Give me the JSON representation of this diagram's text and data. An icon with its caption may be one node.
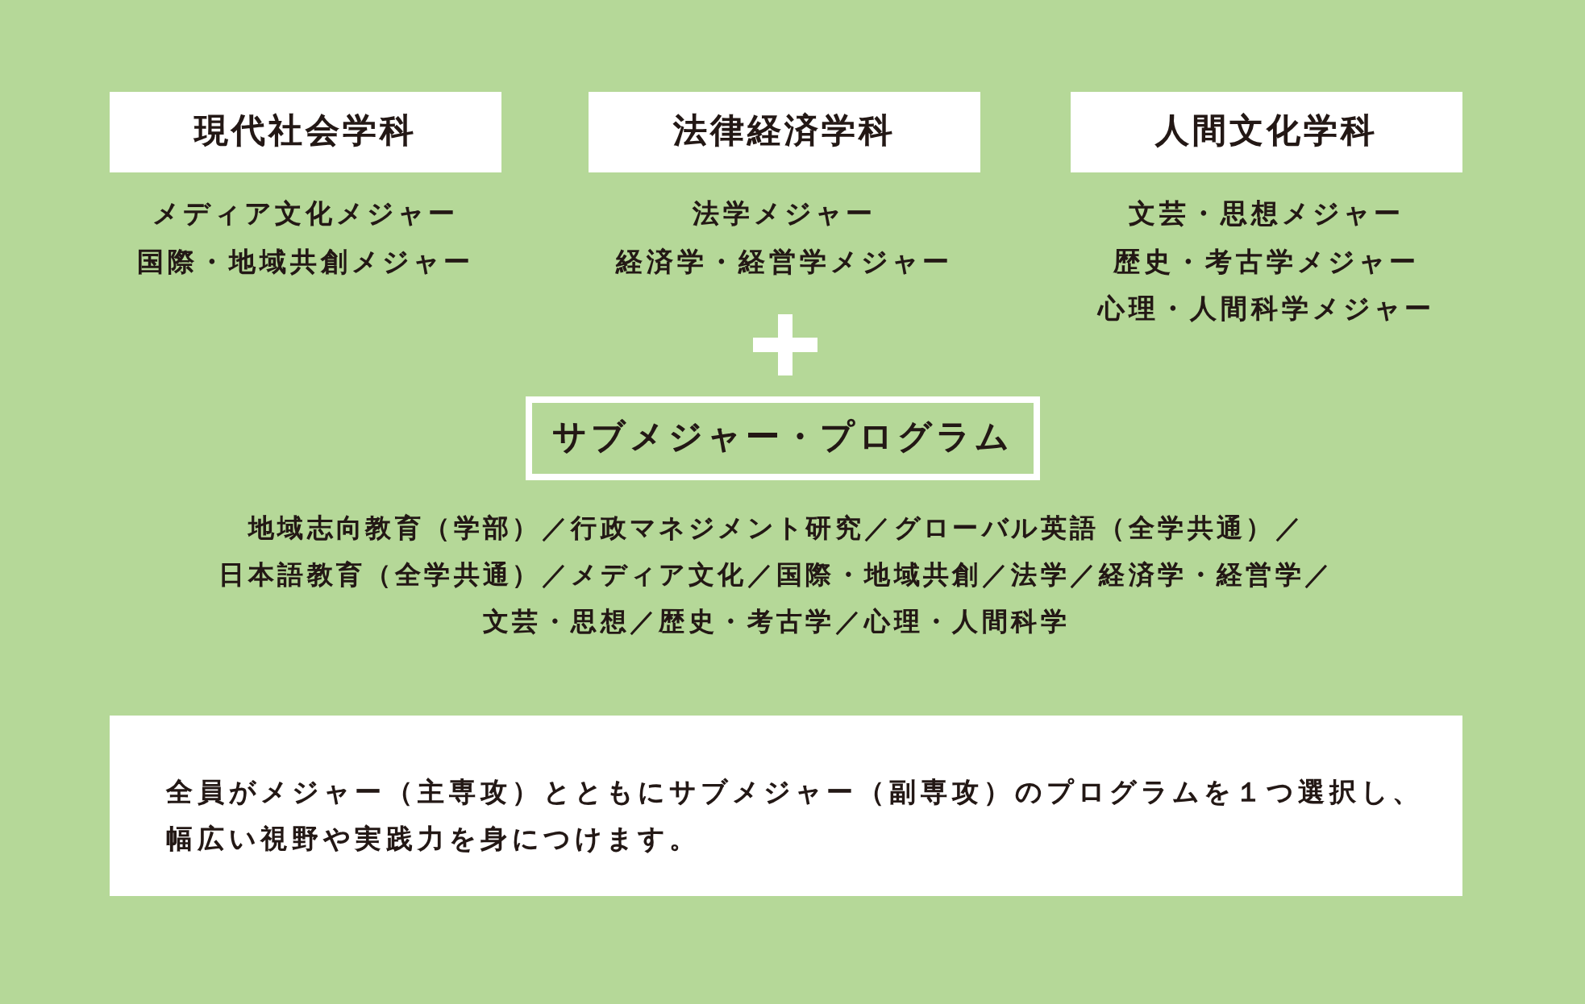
{
  "diagram": {
    "nodes": [
      {
        "text": [
          "現代社会学科"
        ],
        "beside": [
          "メディア文化メジャー",
          "国際・地域共創メジャー"
        ]
      },
      {
        "text": [
          "法律経済学科"
        ],
        "beside": [
          "法学メジャー",
          "経済学・経営学メジャー"
        ]
      },
      {
        "text": [
          "人間文化学科"
        ],
        "beside": [
          "文芸・思想メジャー",
          "歴史・考古学メジャー",
          "心理・人間科学メジャー"
        ]
      },
      {
        "text": [
          "サブメジャー・プログラム"
        ],
        "beside": [
          "地域志向教育（学部）／行政マネジメント研究／グローバル英語（全学共通）／日本語教育（全学共通）／メディア文化／国際・地域共創／法学／経済学・経営学／文芸・思想／歴史・考古学／心理・人間科学"
        ]
      },
      {
        "text": [
          "全員がメジャー（主専攻）とともにサブメジャー（副専攻）のプログラムを１つ選択し、幅広い視野や実践力を身につけます。"
        ]
      }
    ]
  }
}
